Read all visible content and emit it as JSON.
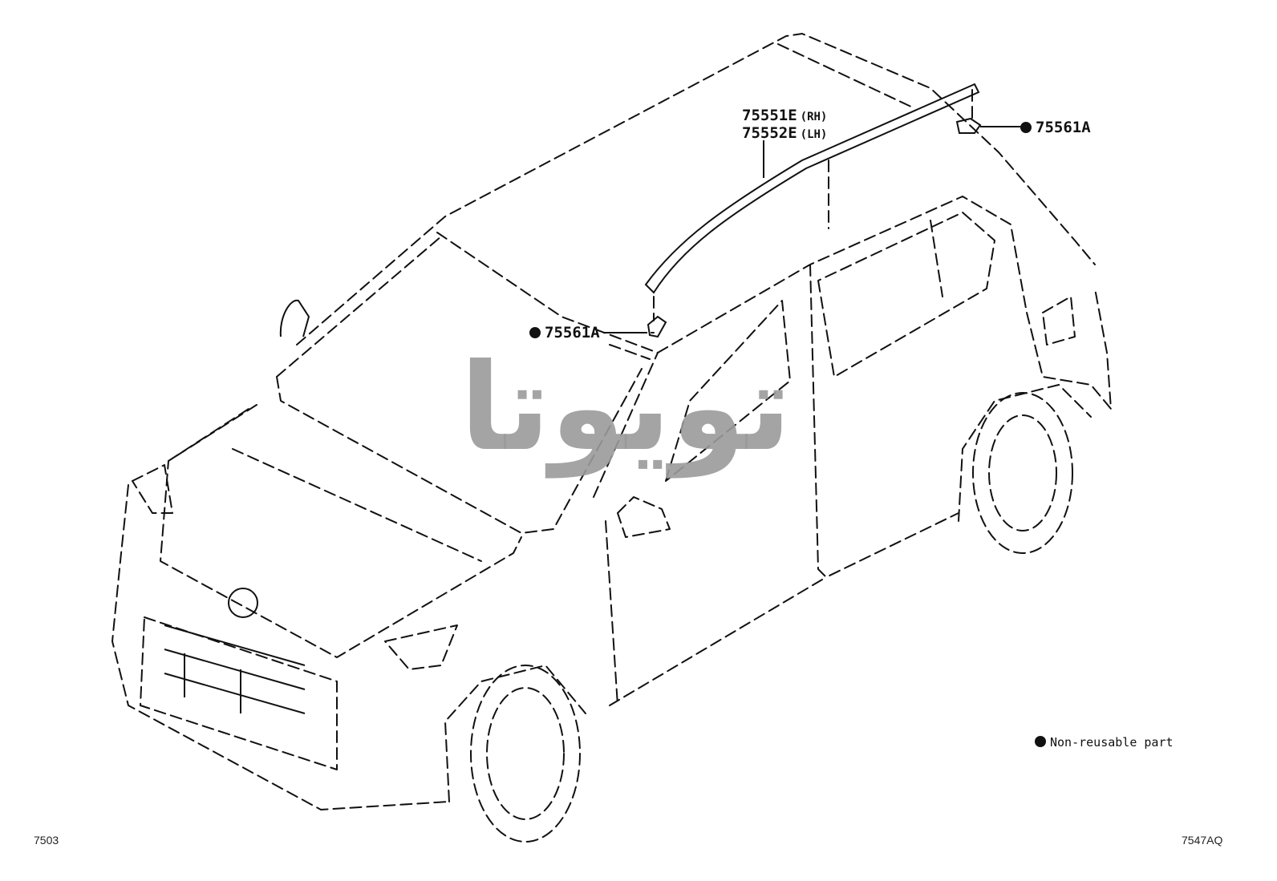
{
  "callouts": [
    {
      "part": "75551E",
      "side": "(RH)"
    },
    {
      "part": "75552E",
      "side": "(LH)"
    },
    {
      "part": "75561A"
    },
    {
      "part": "75561A"
    }
  ],
  "legend": {
    "text": "Non-reusable part"
  },
  "footer": {
    "left_code": "7503",
    "right_code": "7547AQ"
  },
  "watermark": {
    "text": "تویوتا"
  },
  "colors": {
    "ink": "#111111",
    "watermark": "#9a9a9a"
  }
}
